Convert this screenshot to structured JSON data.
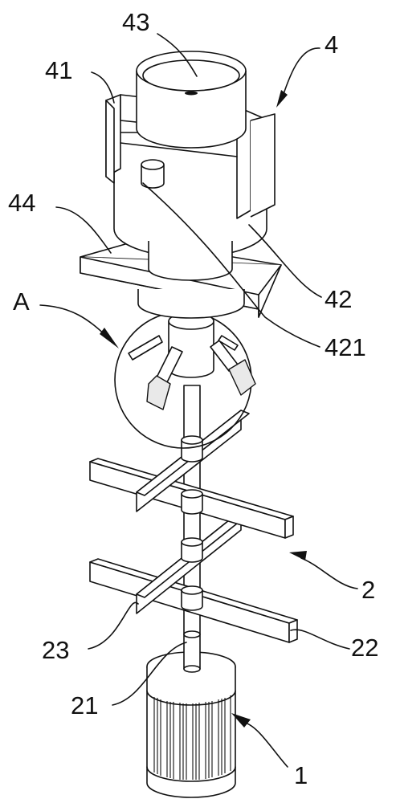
{
  "labels": {
    "l43": "43",
    "l4": "4",
    "l41": "41",
    "l44": "44",
    "lA": "A",
    "l42": "42",
    "l421": "421",
    "l2": "2",
    "l23": "23",
    "l22": "22",
    "l21": "21",
    "l1": "1"
  }
}
